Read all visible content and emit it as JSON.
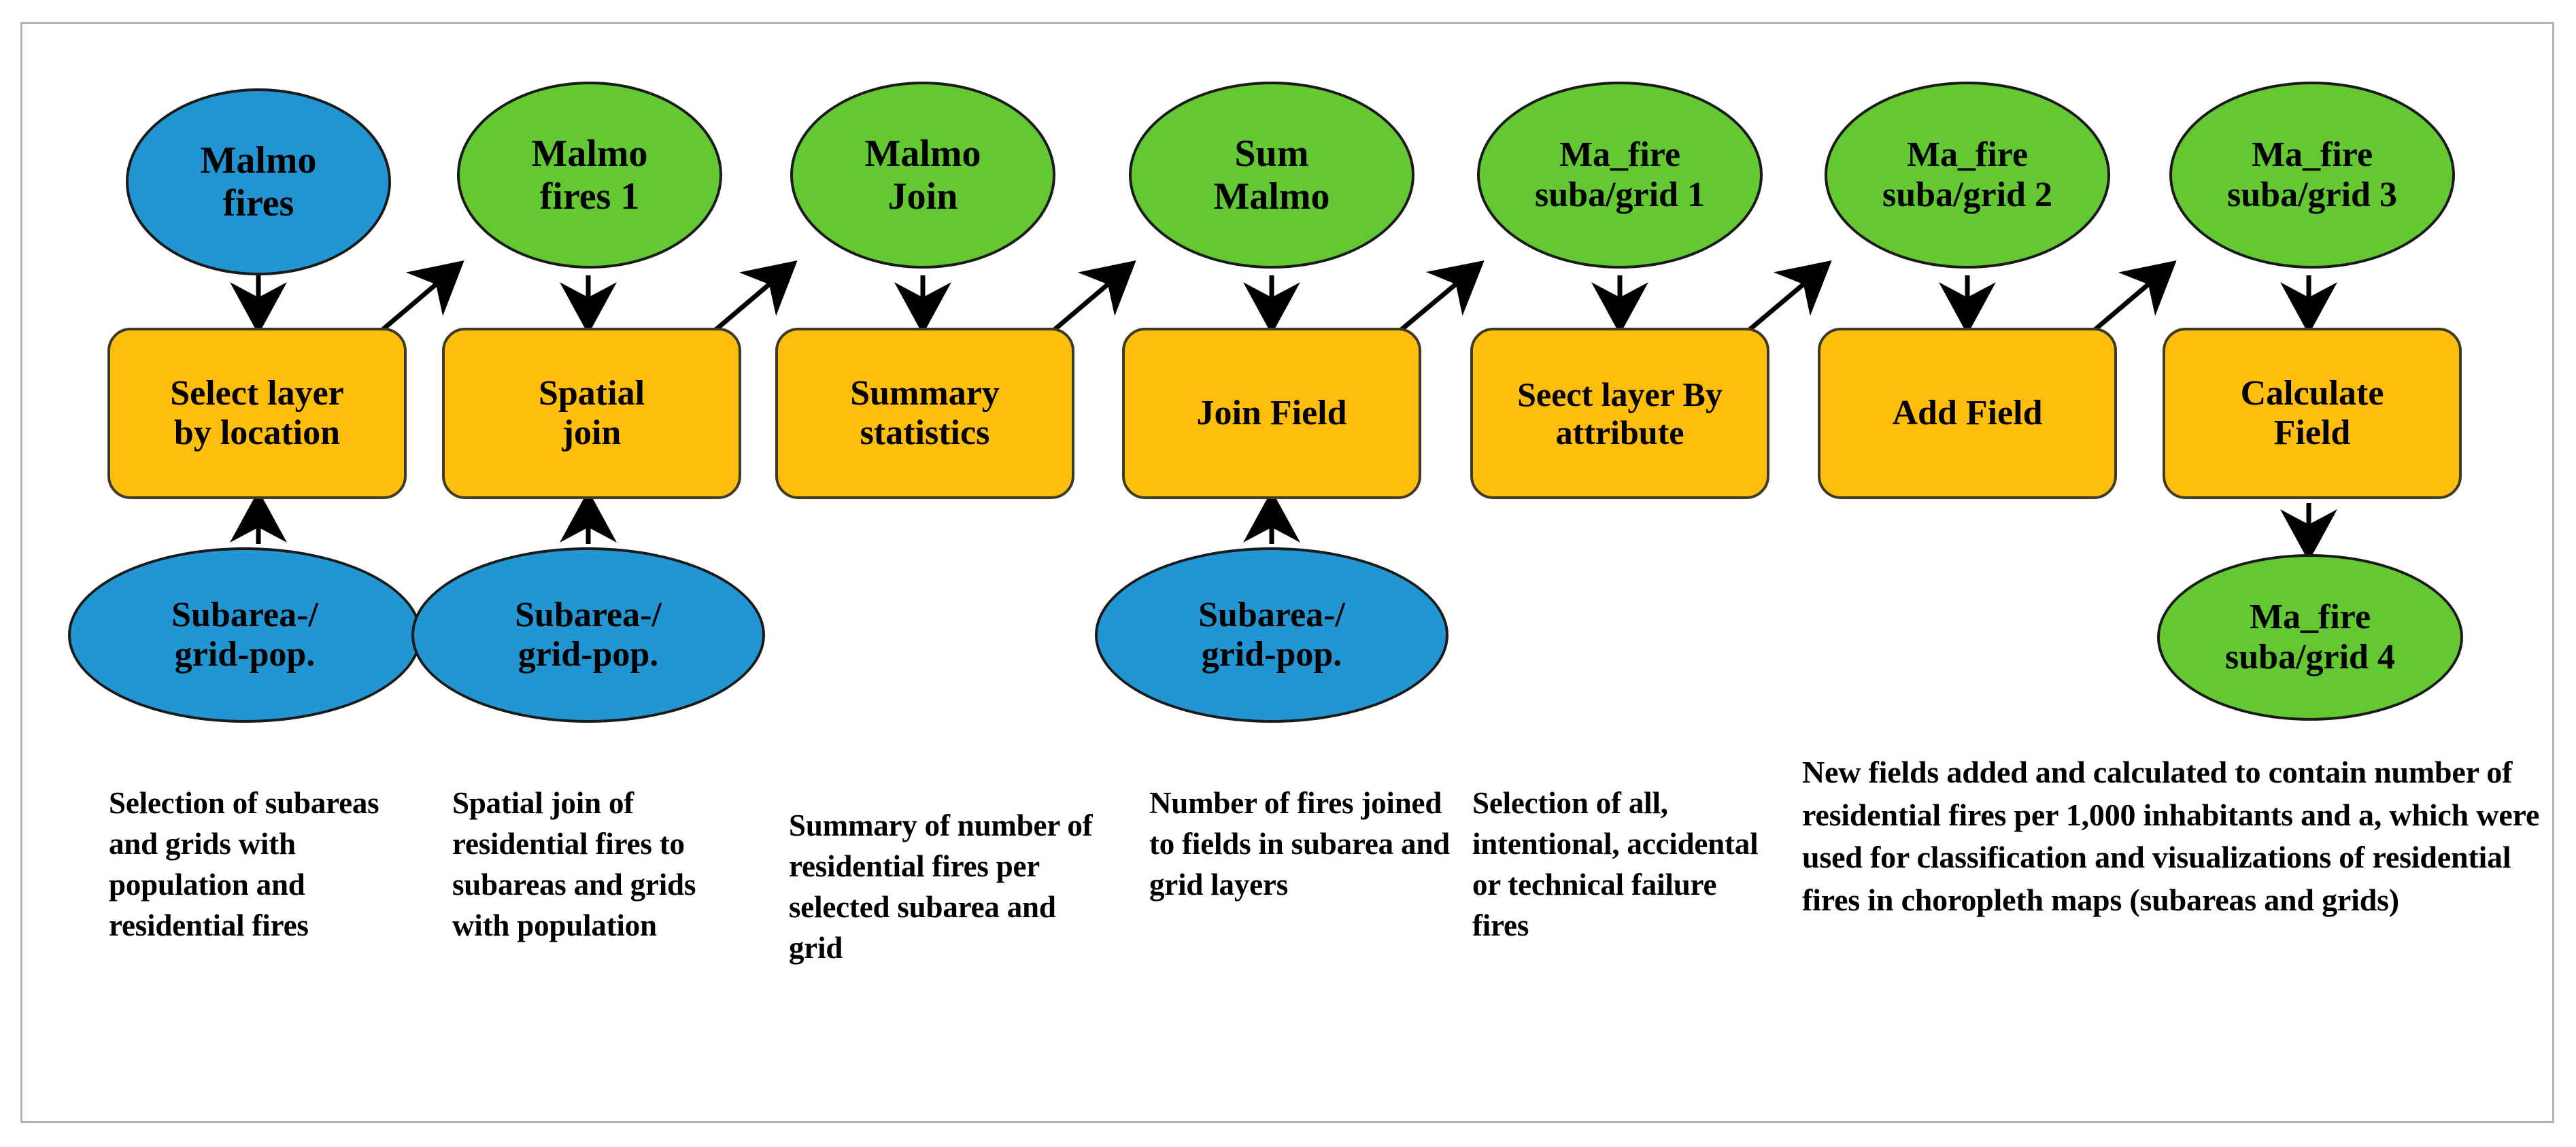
{
  "diagram": {
    "title": "Residential fires GIS model workflow",
    "colors": {
      "input_layer": "#2196d3",
      "output_layer": "#63c832",
      "tool": "#ffbe0b",
      "frame_border": "#b3b3b3",
      "outline": "#1a1a1a",
      "text": "#000000"
    },
    "top_nodes": [
      {
        "id": "malmo-fires",
        "line1": "Malmo",
        "line2": "fires",
        "kind": "input"
      },
      {
        "id": "malmo-fires-1",
        "line1": "Malmo",
        "line2": "fires 1",
        "kind": "output"
      },
      {
        "id": "malmo-join",
        "line1": "Malmo",
        "line2": "Join",
        "kind": "output"
      },
      {
        "id": "sum-malmo",
        "line1": "Sum",
        "line2": "Malmo",
        "kind": "output"
      },
      {
        "id": "ma-fire-suba-grid-1",
        "line1": "Ma_fire",
        "line2": "suba/grid 1",
        "kind": "output"
      },
      {
        "id": "ma-fire-suba-grid-2",
        "line1": "Ma_fire",
        "line2": "suba/grid 2",
        "kind": "output"
      },
      {
        "id": "ma-fire-suba-grid-3",
        "line1": "Ma_fire",
        "line2": "suba/grid 3",
        "kind": "output"
      }
    ],
    "tools": [
      {
        "id": "select-layer-by-location",
        "line1": "Select layer",
        "line2": "by location"
      },
      {
        "id": "spatial-join",
        "line1": "Spatial",
        "line2": "join"
      },
      {
        "id": "summary-statistics",
        "line1": "Summary",
        "line2": "statistics"
      },
      {
        "id": "join-field",
        "line1": "Join Field",
        "line2": ""
      },
      {
        "id": "select-layer-by-attribute",
        "line1": "Seect layer By",
        "line2": "attribute"
      },
      {
        "id": "add-field",
        "line1": "Add Field",
        "line2": ""
      },
      {
        "id": "calculate-field",
        "line1": "Calculate",
        "line2": "Field"
      }
    ],
    "bottom_nodes": [
      {
        "id": "subarea-grid-pop-1",
        "line1": "Subarea-/",
        "line2": "grid-pop.",
        "kind": "input"
      },
      {
        "id": "subarea-grid-pop-2",
        "line1": "Subarea-/",
        "line2": "grid-pop.",
        "kind": "input"
      },
      {
        "id": "subarea-grid-pop-3",
        "line1": "Subarea-/",
        "line2": "grid-pop.",
        "kind": "input"
      },
      {
        "id": "ma-fire-suba-grid-4",
        "line1": "Ma_fire",
        "line2": "suba/grid 4",
        "kind": "output"
      }
    ],
    "captions": [
      {
        "id": "caption-1",
        "text": "Selection of subareas and grids with population and residential fires"
      },
      {
        "id": "caption-2",
        "text": "Spatial join of residential fires to subareas and grids with population"
      },
      {
        "id": "caption-3",
        "text": "Summary of number of residential fires per selected subarea and grid"
      },
      {
        "id": "caption-4",
        "text": "Number of fires joined to fields in subarea and grid layers"
      },
      {
        "id": "caption-5",
        "text": "Selection of all, intentional, accidental or technical failure fires"
      },
      {
        "id": "caption-6",
        "text": "New fields added and calculated to contain number of residential fires per 1,000 inhabitants and a, which were used for classification and visualizations of residential fires in choropleth maps (subareas and grids)"
      }
    ]
  }
}
